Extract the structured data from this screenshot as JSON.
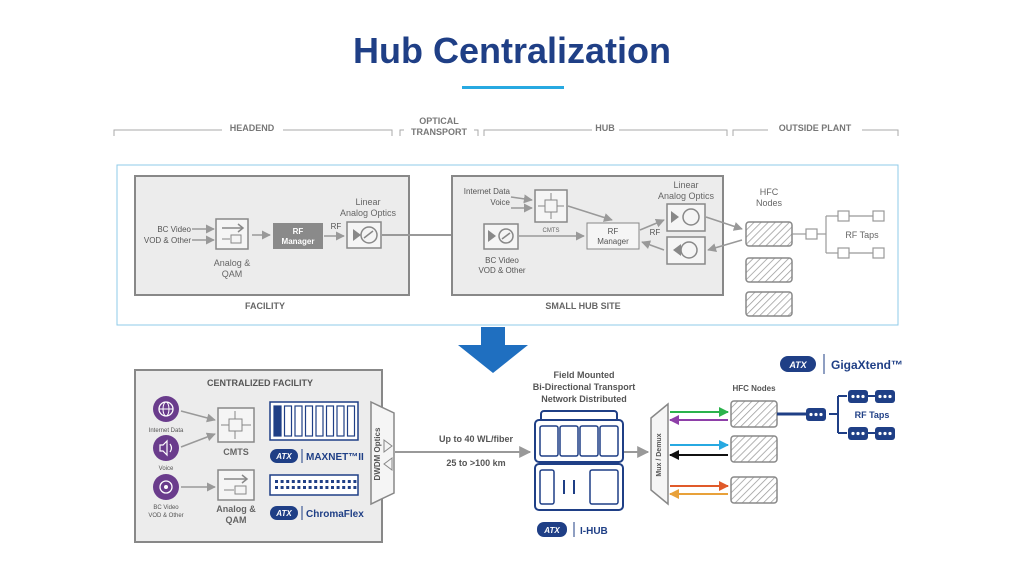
{
  "slide": {
    "title": "Hub Centralization",
    "accent_color": "#27a9e1",
    "title_color": "#1f3f86"
  },
  "sections": {
    "headend": "HEADEND",
    "optical_transport_1": "OPTICAL",
    "optical_transport_2": "TRANSPORT",
    "hub": "HUB",
    "outside_plant": "OUTSIDE PLANT"
  },
  "legacy": {
    "bc_video": "BC Video",
    "vod_other": "VOD & Other",
    "analog_qam_1": "Analog &",
    "analog_qam_2": "QAM",
    "rf_manager_1": "RF",
    "rf_manager_2": "Manager",
    "rf": "RF",
    "linear_optics_1": "Linear",
    "linear_optics_2": "Analog Optics",
    "facility": "FACILITY",
    "internet_data": "Internet Data",
    "voice": "Voice",
    "cmts": "CMTS",
    "hub_rf_manager_1": "RF",
    "hub_rf_manager_2": "Manager",
    "hub_rf": "RF",
    "hub_bc_video": "BC Video",
    "hub_vod_other": "VOD & Other",
    "hub_linear_1": "Linear",
    "hub_linear_2": "Analog Optics",
    "small_hub_site": "SMALL HUB SITE",
    "hfc_nodes_1": "HFC",
    "hfc_nodes_2": "Nodes",
    "rf_taps": "RF Taps"
  },
  "centralized": {
    "centralized_facility": "CENTRALIZED FACILITY",
    "internet_data": "Internet Data",
    "voice": "Voice",
    "bc_video": "BC Video",
    "vod_other": "VOD & Other",
    "cmts": "CMTS",
    "analog_qam_1": "Analog &",
    "analog_qam_2": "QAM",
    "atx": "ATX",
    "maxnet": "MAXNET™II",
    "chromaflex": "ChromaFlex",
    "dwdm_optics": "DWDM Optics",
    "up_to": "Up to 40 WL/fiber",
    "distance": "25 to >100 km",
    "field_mounted_1": "Field Mounted",
    "field_mounted_2": "Bi-Directional Transport",
    "field_mounted_3": "Network Distributed",
    "ihub": "I-HUB",
    "mux_demux": "Mux / Demux",
    "hfc_nodes": "HFC Nodes",
    "rf_taps": "RF Taps",
    "gigaxtend": "GigaXtend™"
  },
  "wavelength_colors": [
    "#2bb24c",
    "#8e3fa8",
    "#27a9e1",
    "#111111",
    "#e05a2a",
    "#e8a13a"
  ]
}
